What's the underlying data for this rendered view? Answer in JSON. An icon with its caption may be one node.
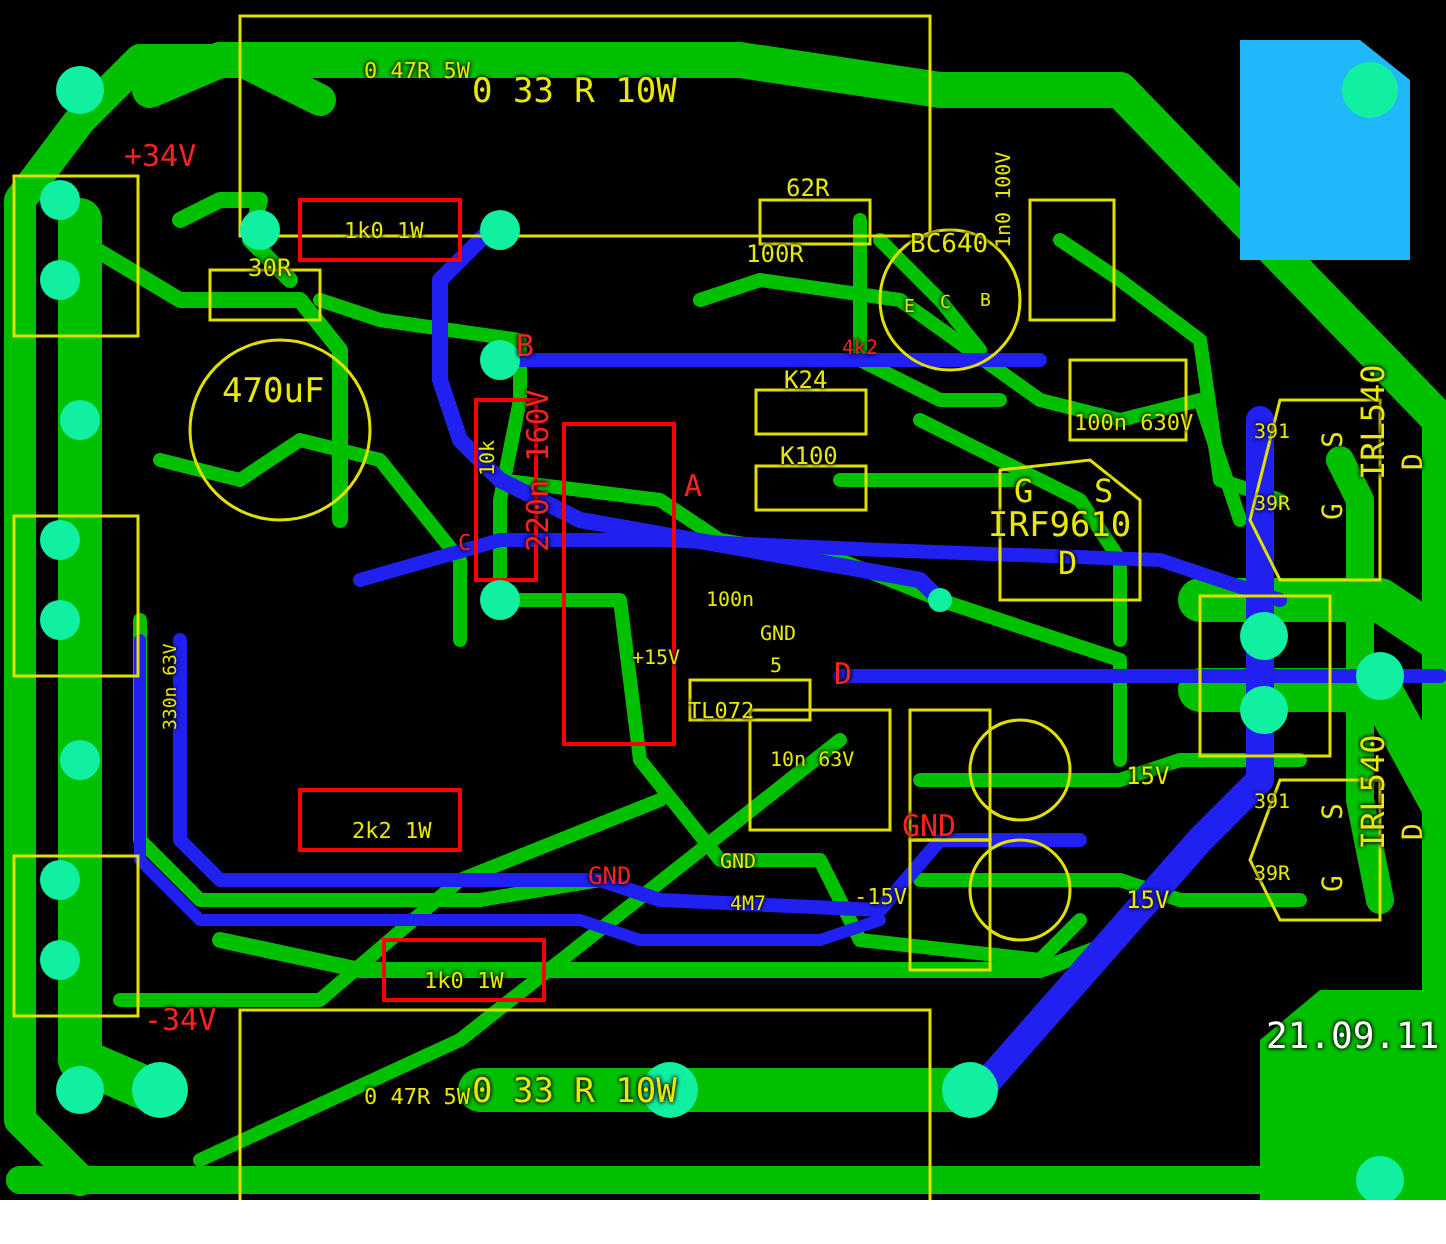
{
  "diagram": {
    "labels": [
      "0 47R 5W",
      "0 33 R 10W",
      "+34V",
      "1k0 1W",
      "30R",
      "62R",
      "100R",
      "BC640",
      "E",
      "C",
      "B",
      "1n0 100V",
      "4k2",
      "B",
      "K24",
      "100n 630V",
      "470uF",
      "K100",
      "10k",
      "A",
      "220n 160V",
      "C",
      "G",
      "S",
      "IRF9610",
      "D",
      "391",
      "39R",
      "S",
      "G",
      "D",
      "IRL540",
      "100n",
      "GND",
      "5",
      "+15V",
      "D",
      "TL072",
      "10n 63V",
      "330n 63V",
      "2k2 1W",
      "15V",
      "GND",
      "-15V",
      "15V",
      "GND",
      "GND",
      "4M7",
      "391",
      "39R",
      "S",
      "G",
      "D",
      "IRL540",
      "1k0 1W",
      "-34V",
      "0 47R 5W",
      "0 33 R 10W",
      "21.09.11"
    ]
  }
}
